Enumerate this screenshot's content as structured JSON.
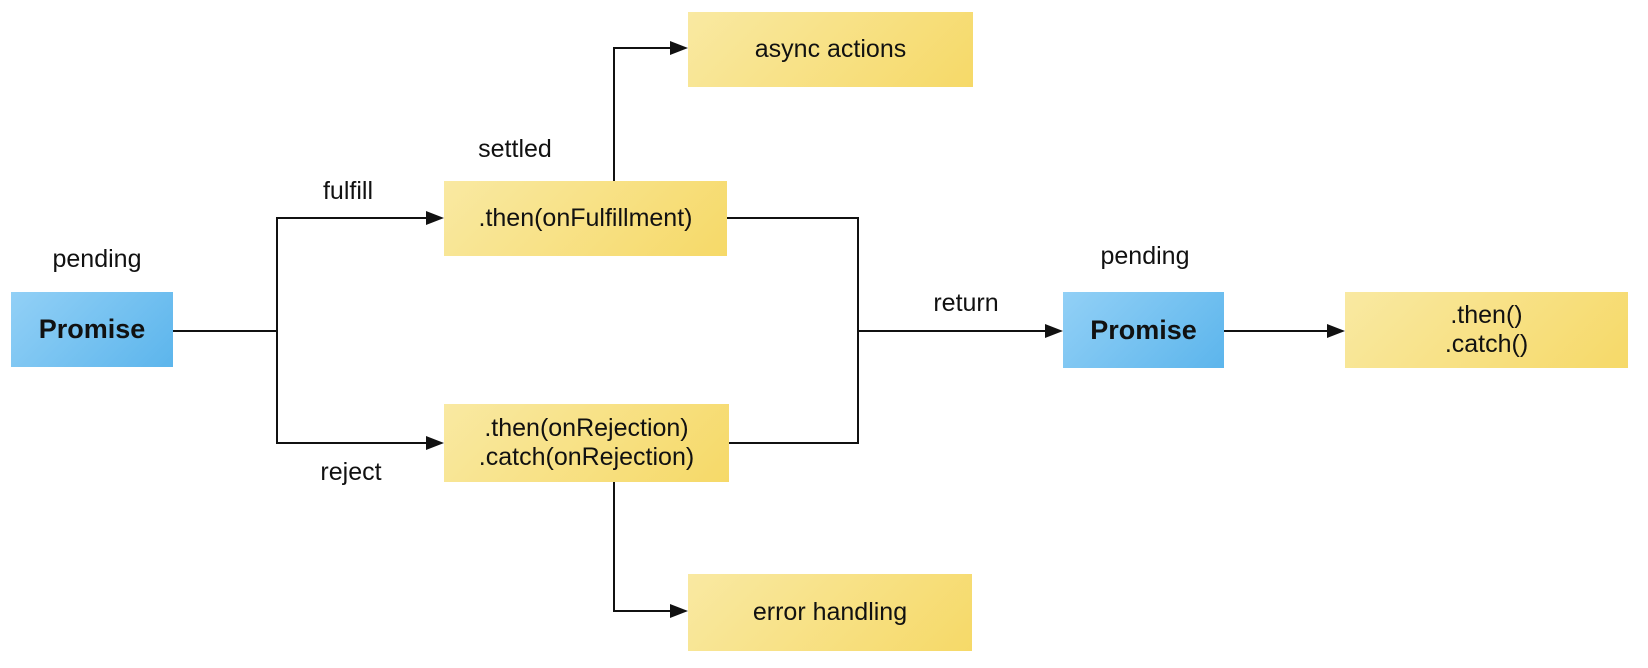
{
  "colors": {
    "box_blue_start": "#92d0f6",
    "box_blue_end": "#5cb5ec",
    "box_yellow_start": "#f9e9a2",
    "box_yellow_end": "#f6d968",
    "line": "#111111",
    "text": "#111111",
    "background": "#ffffff"
  },
  "nodes": {
    "promise_left": {
      "label": "Promise"
    },
    "then_fulfillment": {
      "label": ".then(onFulfillment)"
    },
    "async_actions": {
      "label": "async actions"
    },
    "then_rejection": {
      "line1": ".then(onRejection)",
      "line2": ".catch(onRejection)"
    },
    "error_handling": {
      "label": "error handling"
    },
    "promise_right": {
      "label": "Promise"
    },
    "then_catch": {
      "line1": ".then()",
      "line2": ".catch()"
    }
  },
  "edge_labels": {
    "pending_left": "pending",
    "fulfill": "fulfill",
    "settled": "settled",
    "reject": "reject",
    "return": "return",
    "pending_right": "pending"
  }
}
